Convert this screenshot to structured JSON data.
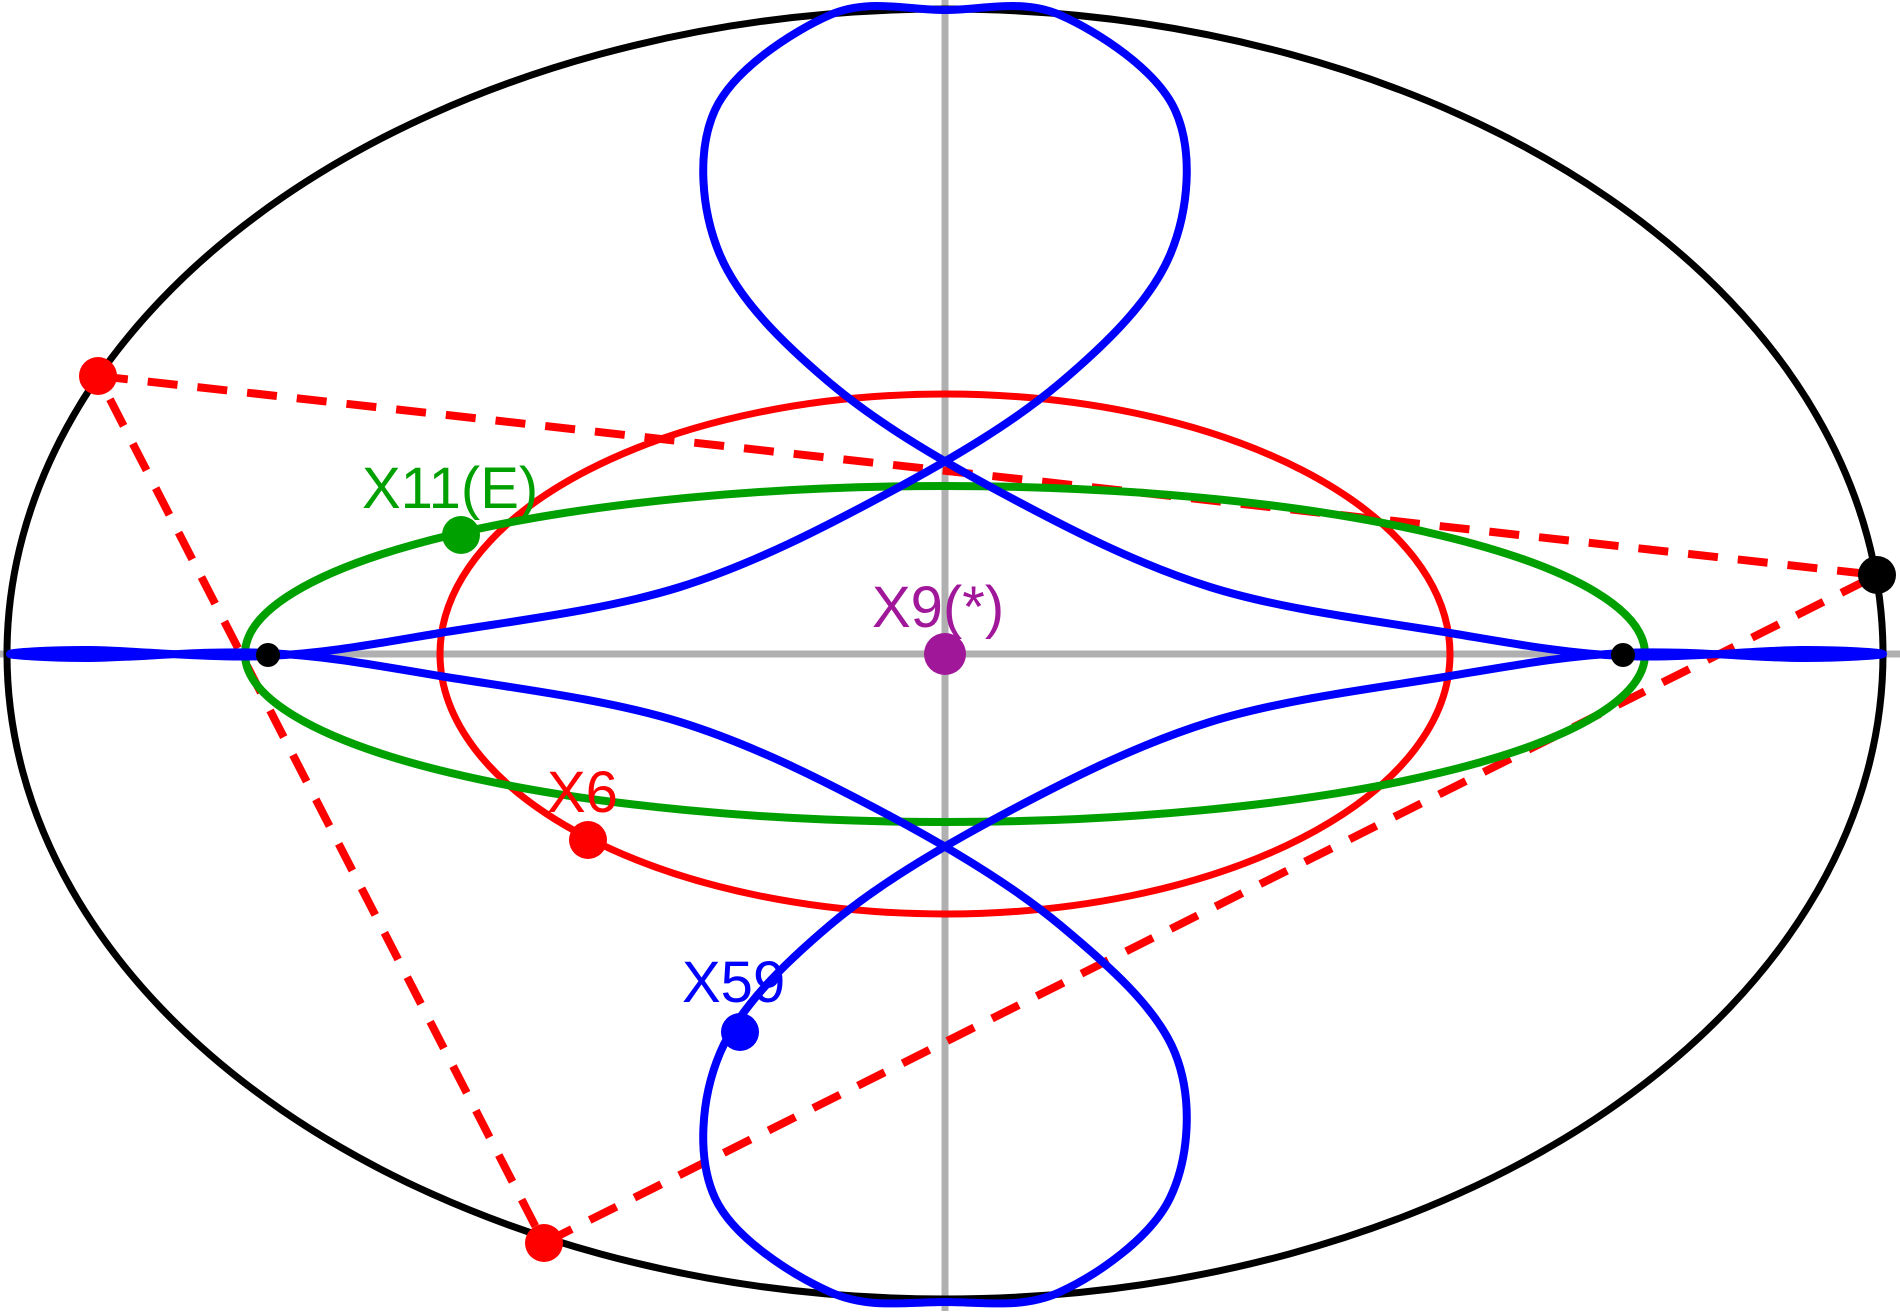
{
  "labels": {
    "x11": "X11(E)",
    "x9": "X9(*)",
    "x6": "X6",
    "x59": "X59"
  },
  "colors": {
    "outer_ellipse": "#000000",
    "axes": "#b0b0b0",
    "triangle": "#ff0000",
    "red_curve": "#ff0000",
    "green_curve": "#00a000",
    "blue_curve": "#0000ff",
    "x9_point": "#a0179a",
    "x11_point": "#00a000",
    "x6_point": "#ff0000",
    "x59_point": "#0000ff",
    "vertex_point": "#000000",
    "x9_label": "#a0179a",
    "x11_label": "#00a000",
    "x6_label": "#ff0000",
    "x59_label": "#0000ff"
  }
}
